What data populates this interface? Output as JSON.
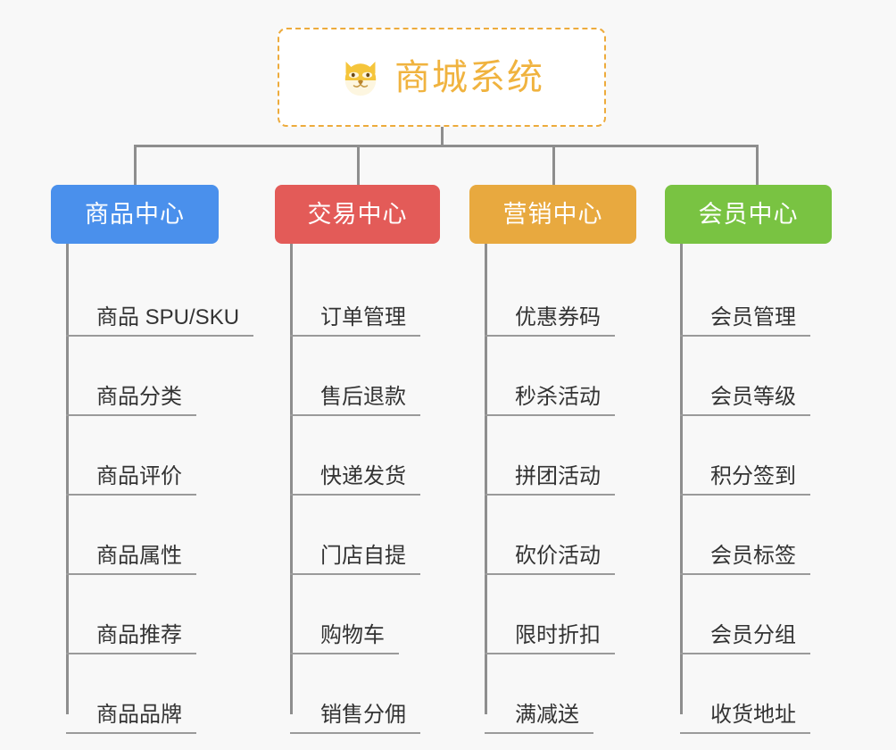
{
  "page": {
    "background_color": "#f8f8f8",
    "line_color": "#8e8e8e",
    "leaf_text_color": "#333333"
  },
  "root": {
    "title": "商城系统",
    "icon": "dog-face-emoji",
    "border_color": "#edab3c",
    "text_color": "#f0b33f"
  },
  "branches": [
    {
      "label": "商品中心",
      "color": "#4a90ec",
      "items": [
        "商品 SPU/SKU",
        "商品分类",
        "商品评价",
        "商品属性",
        "商品推荐",
        "商品品牌"
      ]
    },
    {
      "label": "交易中心",
      "color": "#e35b58",
      "items": [
        "订单管理",
        "售后退款",
        "快递发货",
        "门店自提",
        "购物车",
        "销售分佣"
      ]
    },
    {
      "label": "营销中心",
      "color": "#e8a93f",
      "items": [
        "优惠券码",
        "秒杀活动",
        "拼团活动",
        "砍价活动",
        "限时折扣",
        "满减送"
      ]
    },
    {
      "label": "会员中心",
      "color": "#79c342",
      "items": [
        "会员管理",
        "会员等级",
        "积分签到",
        "会员标签",
        "会员分组",
        "收货地址"
      ]
    }
  ]
}
